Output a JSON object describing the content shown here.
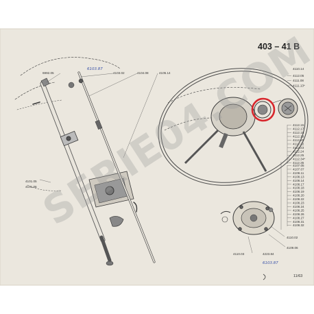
{
  "header": {
    "title": "403 – 41 B"
  },
  "page_number": "11/63",
  "watermark": "SERIE04.COM",
  "handwritten": {
    "top": "6103.87",
    "bottom": "6103.87"
  },
  "highlight_color": "#d8262c",
  "labels_left": {
    "l_6992": "6992.05",
    "l_4103": "4103.02",
    "l_4104": "4104.08",
    "l_4105": "4105.14",
    "l_4101": "4101.05",
    "l_4101b": "4101.06"
  },
  "labels_right": [
    "4112.05",
    "4111.08",
    "4111.13*",
    "4112.15",
    "4112.17",
    "4112.18",
    "4112.19",
    "4112.20",
    "4112.22",
    "4112.23",
    "4112.24",
    "4112.25",
    "4112.34*",
    "4112.35",
    "4107.05",
    "4107.07",
    "4108.11",
    "4108.13",
    "4108.14",
    "4108.17",
    "4108.18",
    "4108.19",
    "4108.20",
    "4108.22",
    "4108.23",
    "4108.24",
    "4108.25",
    "4108.26",
    "4108.27",
    "4108.31",
    "4108.32"
  ],
  "labels_misc": {
    "l_4110_14": "4110.14",
    "l_4110_02": "4110.02",
    "l_4110_03": "4110.03",
    "l_4109_06": "4109.06",
    "l_4223": "4223.84"
  }
}
